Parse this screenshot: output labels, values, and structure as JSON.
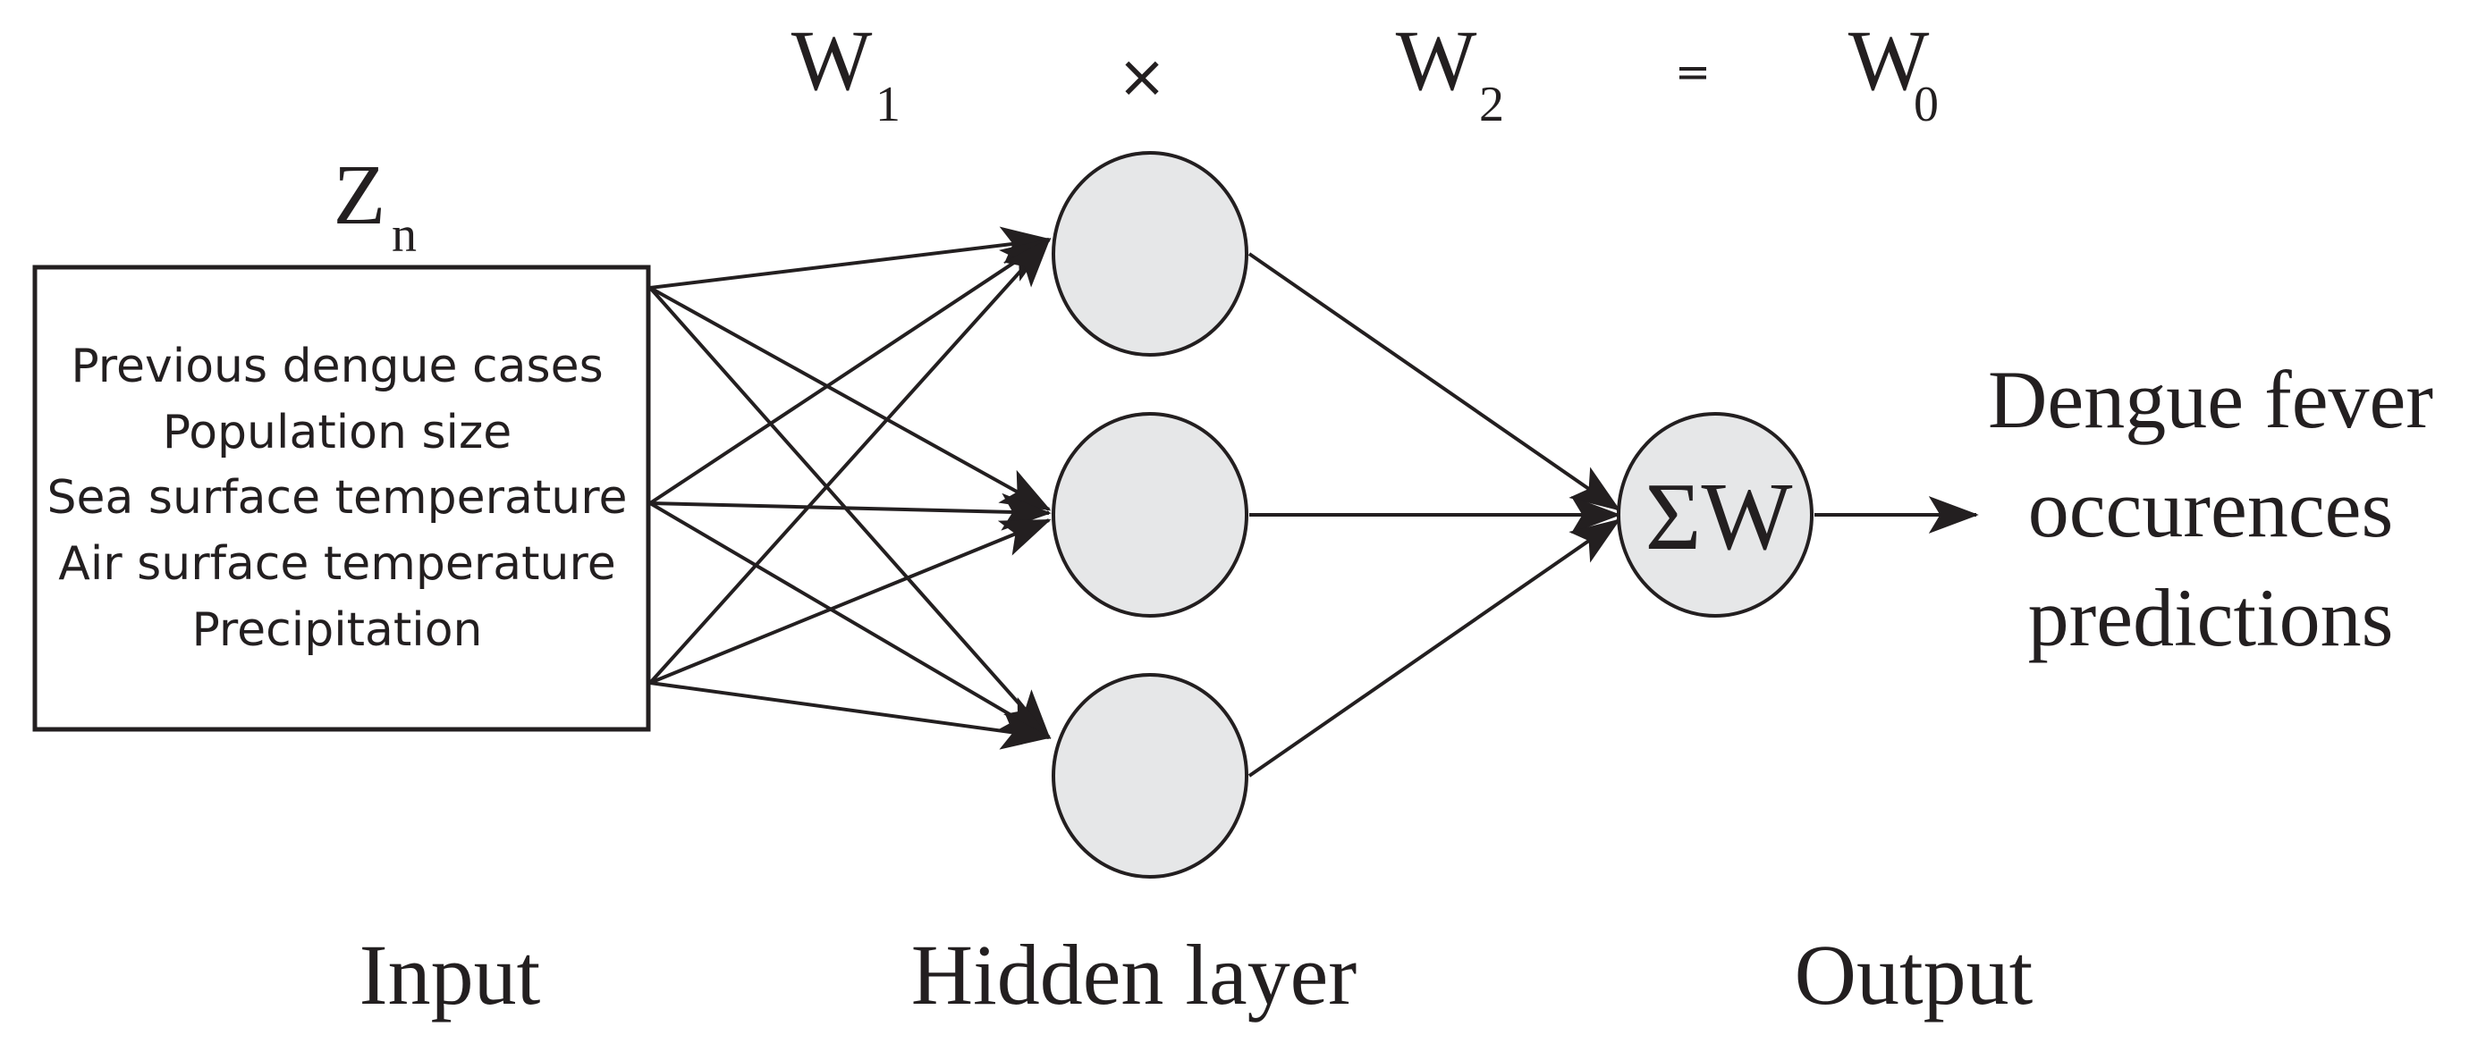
{
  "equation": {
    "w1": "W",
    "w1_sub": "1",
    "times": "×",
    "w2": "W",
    "w2_sub": "2",
    "equals": "=",
    "w0": "W",
    "w0_sub": "0"
  },
  "input": {
    "symbol": "Z",
    "symbol_sub": "n",
    "features": [
      "Previous dengue cases",
      "Population size",
      "Sea surface temperature",
      "Air surface temperature",
      "Precipitation"
    ]
  },
  "output_node": {
    "label": "ΣW"
  },
  "output_text": [
    "Dengue fever",
    "occurences",
    "predictions"
  ],
  "bottom_labels": {
    "input": "Input",
    "hidden": "Hidden layer",
    "output": "Output"
  },
  "colors": {
    "stroke": "#231f20",
    "node_fill": "#e6e7e8"
  }
}
